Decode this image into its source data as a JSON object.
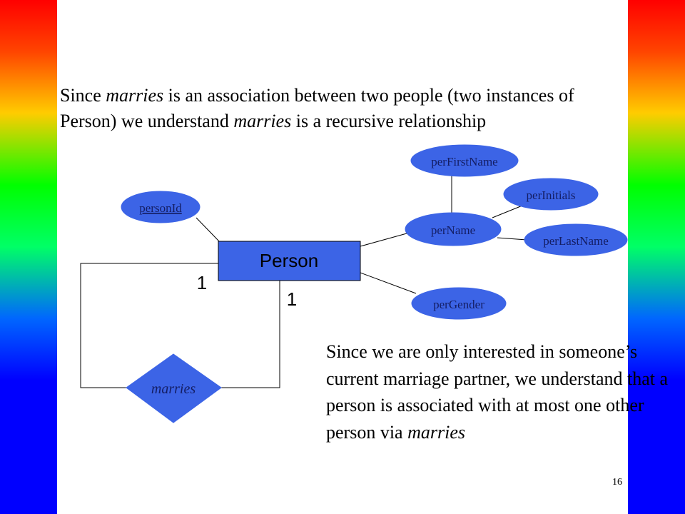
{
  "intro": {
    "part1": "Since ",
    "em1": "marries",
    "part2": " is an association between two people (two instances of Person) we understand ",
    "em2": "marries",
    "part3": " is a recursive relationship"
  },
  "explanation": {
    "part1": "Since we are only interested in someone’s current marriage partner, we understand that a person is associated with at most one other person via ",
    "em1": "marries"
  },
  "diagram": {
    "entity": "Person",
    "relationship": "marries",
    "attributes": {
      "key": "personId",
      "composite": "perName",
      "first_name": "perFirstName",
      "initials": "perInitials",
      "last_name": "perLastName",
      "gender": "perGender"
    },
    "cardinality_left": "1",
    "cardinality_right": "1"
  },
  "page_number": "16",
  "colors": {
    "shape_fill": "#3c64e6",
    "shape_text": "#141e64"
  }
}
